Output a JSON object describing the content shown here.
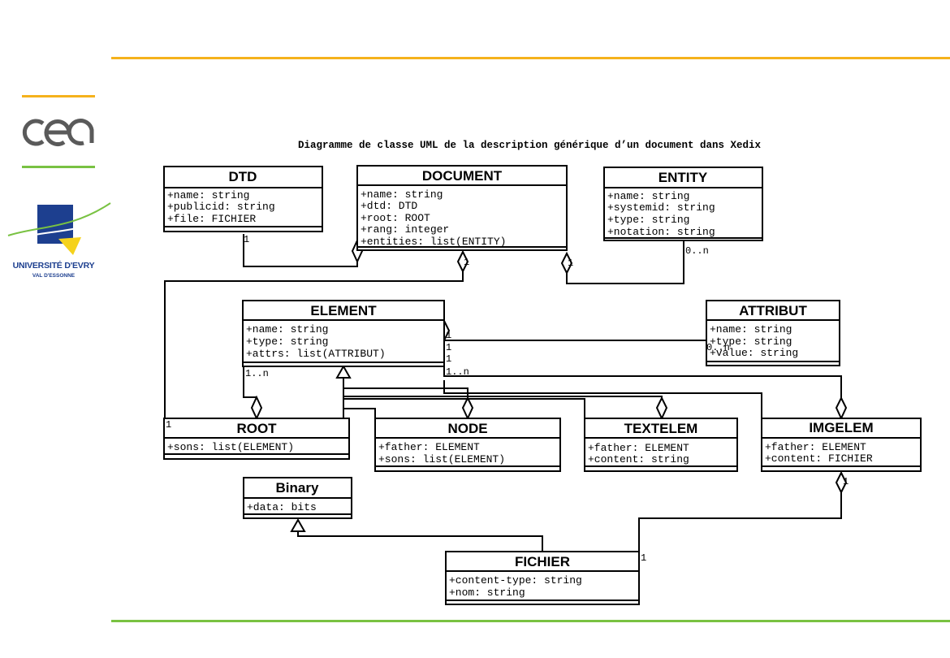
{
  "university": {
    "name": "UNIVERSITÉ D'EVRY",
    "subname": "VAL D'ESSONNE"
  },
  "diagram": {
    "title": "Diagramme de classe UML de la description générique d’un document dans Xedix",
    "classes": {
      "dtd": {
        "name": "DTD",
        "attrs": [
          "+name: string",
          "+publicid: string",
          "+file: FICHIER"
        ]
      },
      "document": {
        "name": "DOCUMENT",
        "attrs": [
          "+name: string",
          "+dtd: DTD",
          "+root: ROOT",
          "+rang: integer",
          "+entities: list(ENTITY)"
        ]
      },
      "entity": {
        "name": "ENTITY",
        "attrs": [
          "+name: string",
          "+systemid: string",
          "+type: string",
          "+notation: string"
        ]
      },
      "element": {
        "name": "ELEMENT",
        "attrs": [
          "+name: string",
          "+type: string",
          "+attrs: list(ATTRIBUT)"
        ]
      },
      "attribut": {
        "name": "ATTRIBUT",
        "attrs": [
          "+name: string",
          "+type: string",
          "+value: string"
        ]
      },
      "root": {
        "name": "ROOT",
        "attrs": [
          "+sons: list(ELEMENT)"
        ]
      },
      "node": {
        "name": "NODE",
        "attrs": [
          "+father: ELEMENT",
          "+sons: list(ELEMENT)"
        ]
      },
      "textelem": {
        "name": "TEXTELEM",
        "attrs": [
          "+father: ELEMENT",
          "+content: string"
        ]
      },
      "imgelem": {
        "name": "IMGELEM",
        "attrs": [
          "+father: ELEMENT",
          "+content: FICHIER"
        ]
      },
      "binary": {
        "name": "Binary",
        "attrs": [
          "+data: bits"
        ]
      },
      "fichier": {
        "name": "FICHIER",
        "attrs": [
          "+content-type: string",
          "+nom: string"
        ]
      }
    },
    "multiplicities": {
      "dtd_doc": "1",
      "doc_root": "1",
      "doc_entity_one": "1",
      "doc_entity_many": "0..n",
      "elem_attr_1a": "1",
      "elem_attr_1b": "1",
      "elem_attr_1c": "1",
      "elem_attr_many": "0..n",
      "elem_sons": "1..n",
      "elem_many": "1..n",
      "root_one": "1",
      "imgelem_one": "1",
      "fichier_one": "1"
    }
  }
}
